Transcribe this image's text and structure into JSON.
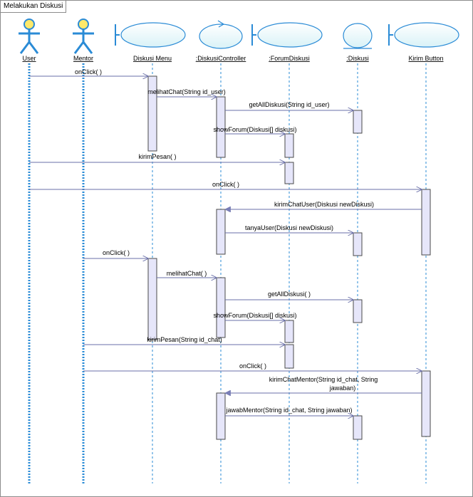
{
  "frame": {
    "title": "Melakukan Diskusi"
  },
  "lifelines": [
    {
      "id": "user",
      "kind": "actor",
      "name": "User"
    },
    {
      "id": "mentor",
      "kind": "actor",
      "name": "Mentor"
    },
    {
      "id": "menu",
      "kind": "boundary",
      "name": "Diskusi Menu"
    },
    {
      "id": "ctrl",
      "kind": "control",
      "name": ":DiskusiController"
    },
    {
      "id": "forum",
      "kind": "boundary",
      "name": ":ForumDiskusi"
    },
    {
      "id": "diskusi",
      "kind": "entity",
      "name": ":Diskusi"
    },
    {
      "id": "button",
      "kind": "boundary",
      "name": "Kirim Button"
    }
  ],
  "messages": [
    {
      "from": "user",
      "to": "menu",
      "label": "onClick( )"
    },
    {
      "from": "menu",
      "to": "ctrl",
      "label": "melihatChat(String id_user)"
    },
    {
      "from": "ctrl",
      "to": "diskusi",
      "label": "getAllDiskusi(String id_user)"
    },
    {
      "from": "ctrl",
      "to": "forum",
      "label": "showForum(Diskusi[] diskusi)"
    },
    {
      "from": "user",
      "to": "forum",
      "label": "kirimPesan( )"
    },
    {
      "from": "user",
      "to": "button",
      "label": "onClick( )"
    },
    {
      "from": "button",
      "to": "ctrl",
      "label": "kirimChatUser(Diskusi newDiskusi)"
    },
    {
      "from": "ctrl",
      "to": "diskusi",
      "label": "tanyaUser(Diskusi newDiskusi)"
    },
    {
      "from": "mentor",
      "to": "menu",
      "label": "onClick( )"
    },
    {
      "from": "menu",
      "to": "ctrl",
      "label": "melihatChat( )"
    },
    {
      "from": "ctrl",
      "to": "diskusi",
      "label": "getAllDiskusi( )"
    },
    {
      "from": "ctrl",
      "to": "forum",
      "label": "showForum(Diskusi[] diskusi)"
    },
    {
      "from": "mentor",
      "to": "forum",
      "label": "kirimPesan(String id_chat)"
    },
    {
      "from": "mentor",
      "to": "button",
      "label": "onClick( )"
    },
    {
      "from": "button",
      "to": "ctrl",
      "label": "kirimChatMentor(String id_chat, String jawaban)"
    },
    {
      "from": "ctrl",
      "to": "diskusi",
      "label": "jawabMentor(String id_chat, String jawaban)"
    }
  ]
}
